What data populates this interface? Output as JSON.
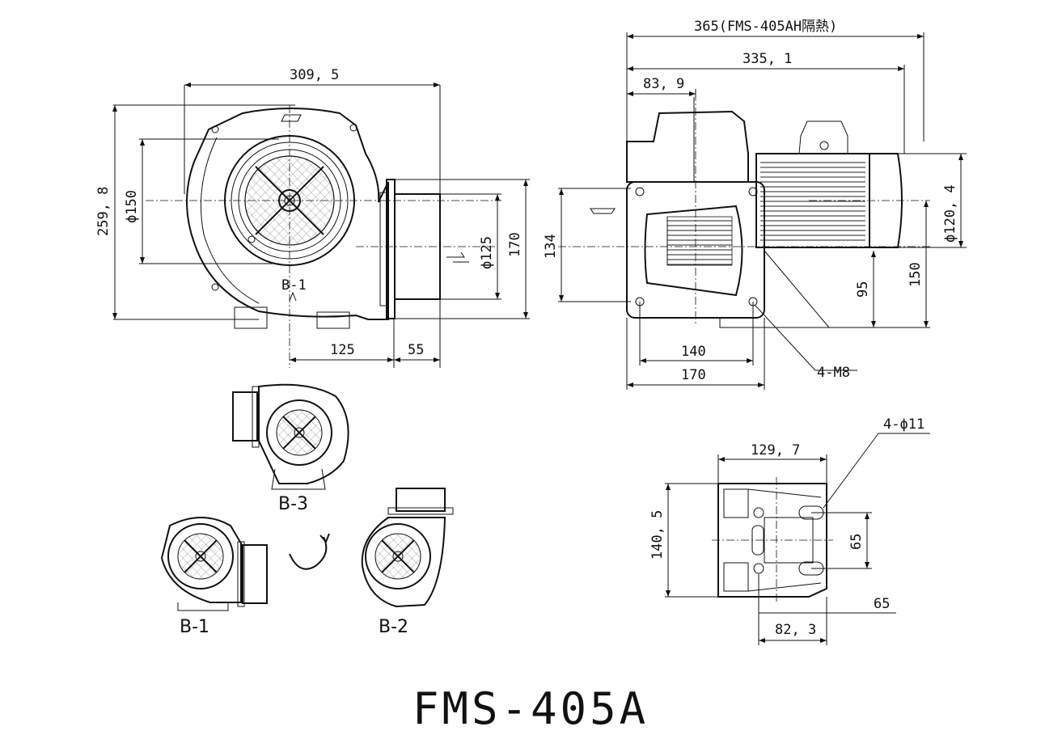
{
  "title": "FMS-405A",
  "front_view": {
    "width_dim": "309, 5",
    "height_dim": "259, 8",
    "inlet_dim": "ϕ150",
    "outlet_dim": "ϕ125",
    "outlet_height_dim": "170",
    "dim_125": "125",
    "dim_55": "55",
    "label_b1": "B-1"
  },
  "side_view": {
    "total_dim": "365(FMS-405AH隔熱)",
    "length_dim": "335, 1",
    "dim_83": "83, 9",
    "flange_height_dim": "134",
    "motor_dim": "ϕ120, 4",
    "dim_150": "150",
    "dim_95": "95",
    "bolt_spacing_dim": "140",
    "flange_width_dim": "170",
    "bolt_label": "4-M8"
  },
  "orientations": {
    "b3": "B-3",
    "b1": "B-1",
    "b2": "B-2"
  },
  "base_view": {
    "hole_label": "4-ϕ11",
    "width_dim": "129, 7",
    "height_dim": "140, 5",
    "hole_spacing_v": "65",
    "hole_spacing_h": "65",
    "offset_dim": "82, 3"
  }
}
